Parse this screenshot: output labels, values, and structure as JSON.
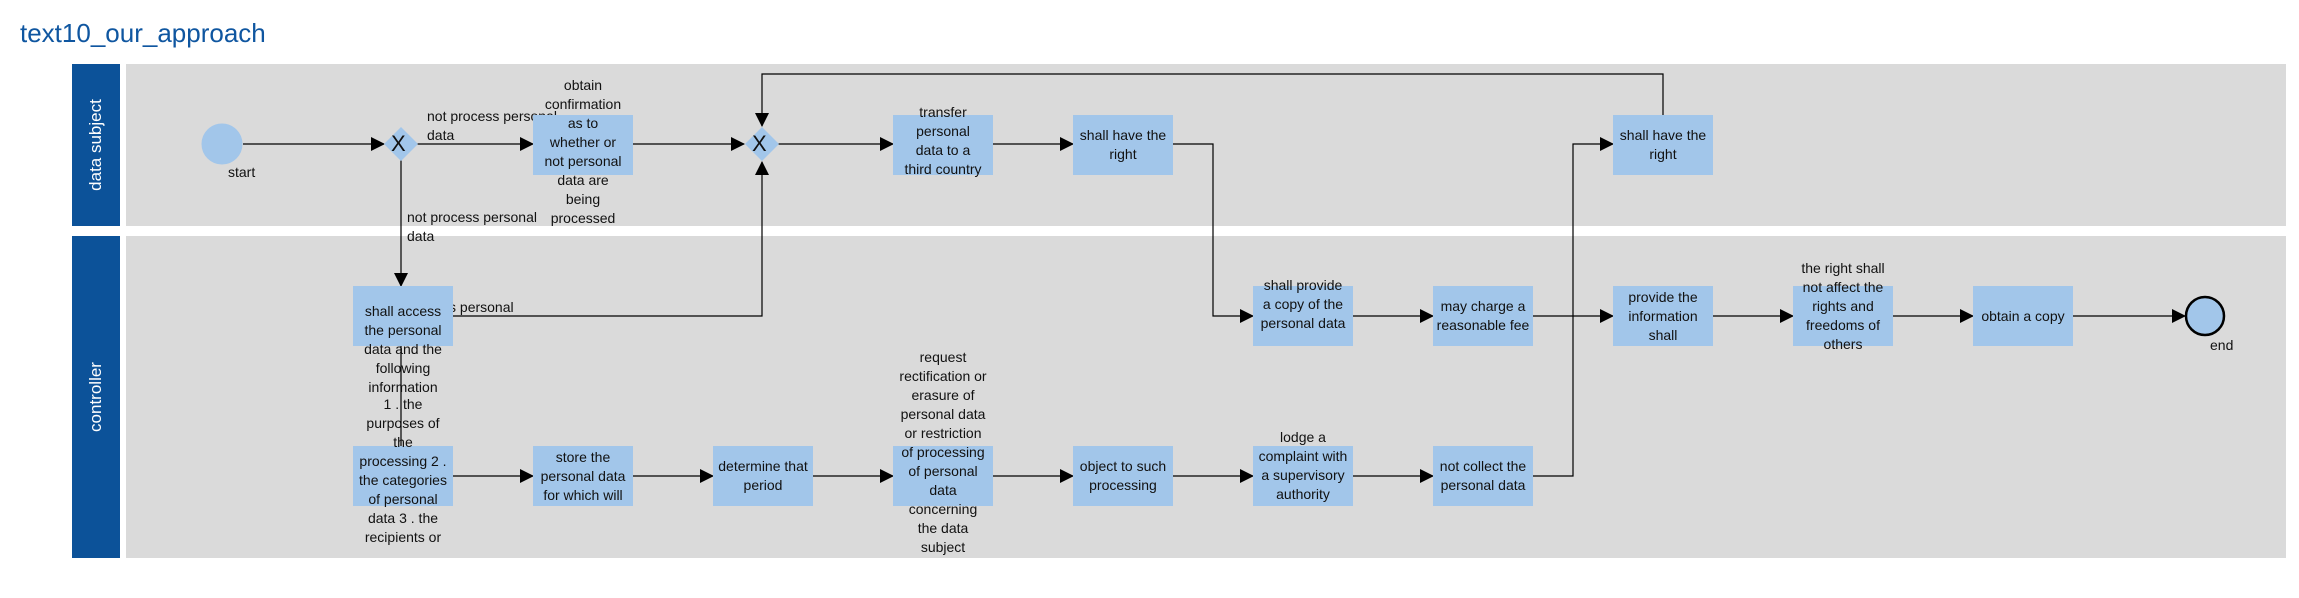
{
  "title": "text10_our_approach",
  "lanes": {
    "data_subject": "data subject",
    "controller": "controller"
  },
  "events": {
    "start": "start",
    "end": "end"
  },
  "gateways": {
    "g1": "X",
    "g2": "X"
  },
  "edges": {
    "not_process_1": "not process personal data",
    "not_process_2": "not process personal data",
    "process_personal": "process personal"
  },
  "tasks": {
    "obtain_confirmation": "obtain confirmation as to whether or not personal data are being processed",
    "transfer": "transfer personal data to a third country",
    "shall_have_right_1": "shall have the right",
    "shall_have_right_2": "shall have the right",
    "shall_provide_copy": "shall provide a copy of the personal data",
    "may_charge": "may charge a reasonable fee",
    "provide_info": "provide the information shall",
    "not_affect": "the right shall not affect the rights and freedoms of others",
    "obtain_copy": "obtain a copy",
    "shall_access": "shall access the personal data and the following information",
    "purposes": "1 . the purposes of the processing 2 . the categories of personal data 3 . the recipients or",
    "store_data": "store the personal data for which will",
    "determine_period": "determine that period",
    "request_rect": "request rectification or erasure of personal data or restriction of processing of personal data concerning the data subject",
    "object_processing": "object to such processing",
    "lodge_complaint": "lodge a complaint with a supervisory authority",
    "not_collect": "not collect the personal data"
  },
  "colors": {
    "lane_header": "#0c5299",
    "lane_body": "#dadada",
    "task_fill": "#a2c6ea",
    "event_fill": "#a2c6ea",
    "title": "#0f56a0"
  }
}
